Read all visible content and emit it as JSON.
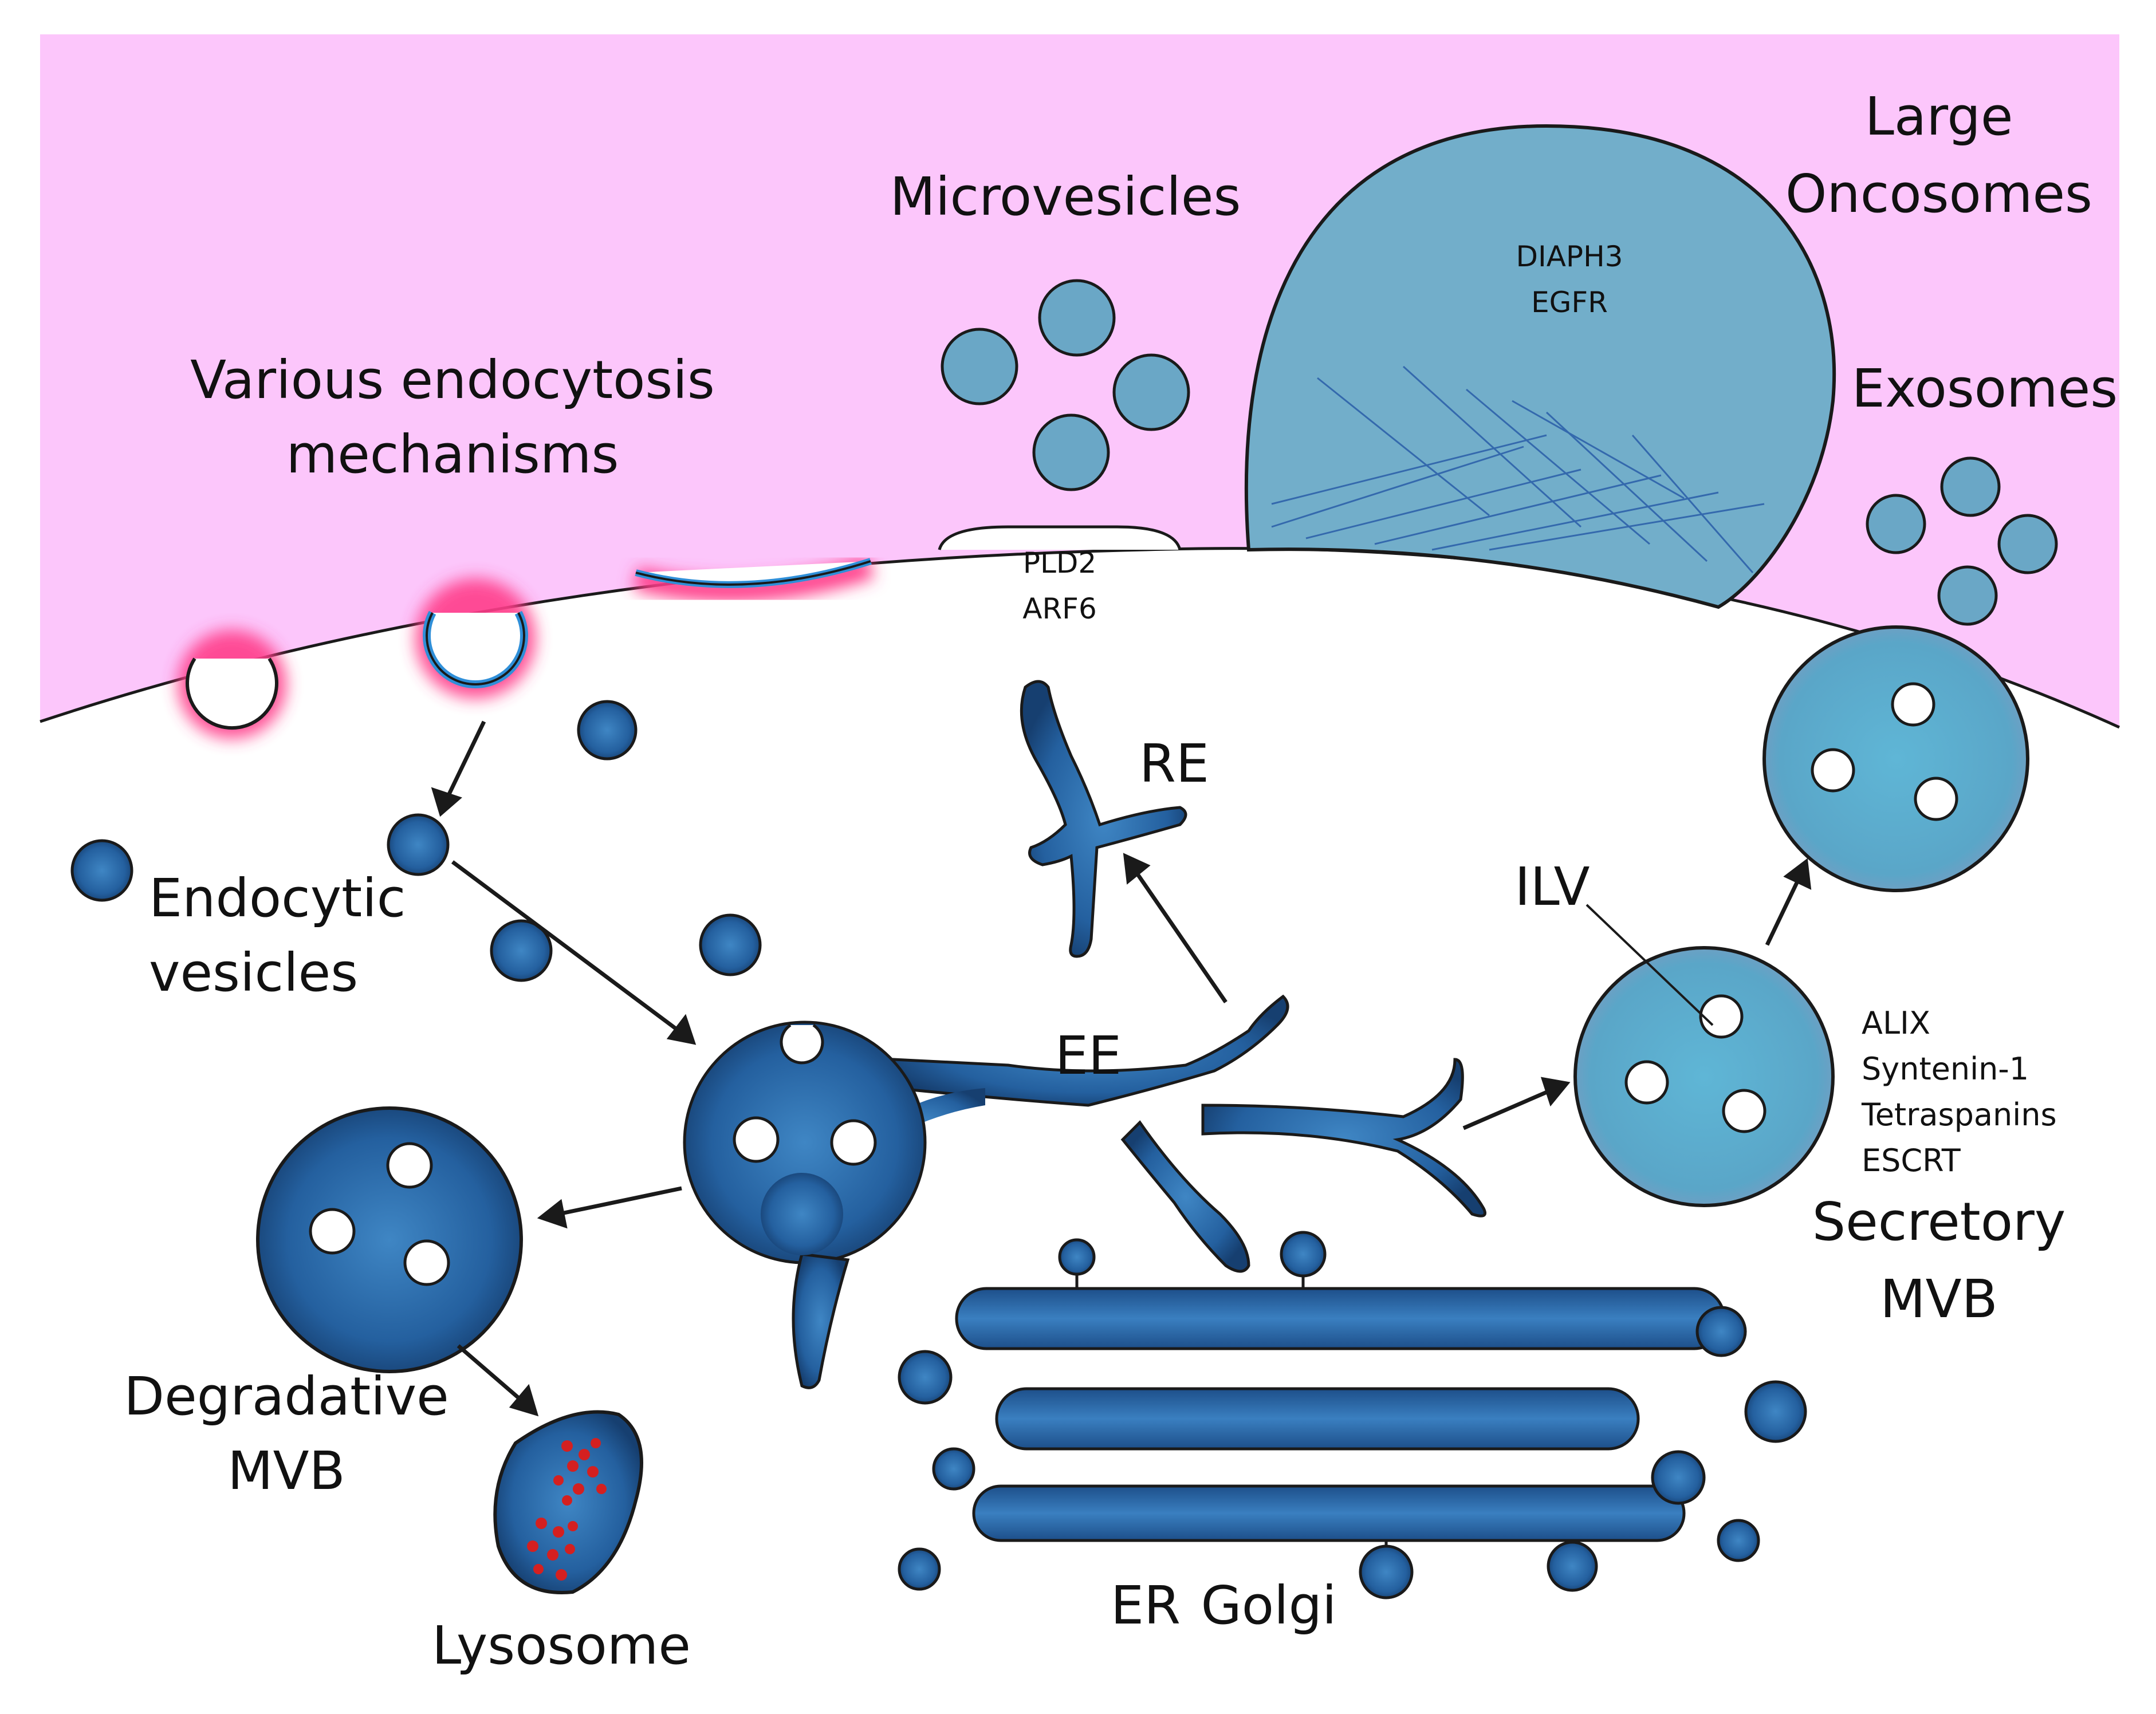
{
  "colors": {
    "extracellular": "#fcc6fb",
    "organelle_dark": "#1d4f8a",
    "organelle_light": "#3f86c4",
    "oncosome_fill": "#72aeca",
    "vesicle_fill": "#6aa7c6",
    "secretory_mvb": "#5fb0cf",
    "endocytosis_glow": "#ff3e8a",
    "membrane_blue": "#2f8fd8",
    "lysosome_dots": "#d42020",
    "outline": "#1a1a1a"
  },
  "labels": {
    "endocytosis_line1": "Various endocytosis",
    "endocytosis_line2": "mechanisms",
    "microvesicles": "Microvesicles",
    "large_oncosomes_line1": "Large",
    "large_oncosomes_line2": "Oncosomes",
    "exosomes": "Exosomes",
    "diaph3": "DIAPH3",
    "egfr": "EGFR",
    "pld2": "PLD2",
    "arf6": "ARF6",
    "re": "RE",
    "endocytic_line1": "Endocytic",
    "endocytic_line2": "vesicles",
    "ee": "EE",
    "ilv": "ILV",
    "alix": "ALIX",
    "syntenin": "Syntenin-1",
    "tetraspanins": "Tetraspanins",
    "escrt": "ESCRT",
    "secretory_line1": "Secretory",
    "secretory_line2": "MVB",
    "degradative_line1": "Degradative",
    "degradative_line2": "MVB",
    "lysosome": "Lysosome",
    "er": "ER",
    "golgi": "Golgi"
  }
}
